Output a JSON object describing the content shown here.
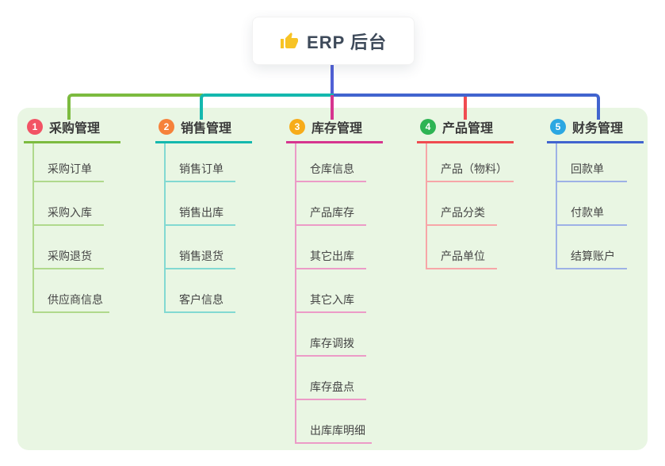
{
  "root": {
    "label": "ERP 后台",
    "icon": "thumbs-up-icon"
  },
  "panel": {
    "background": "#e9f6e3"
  },
  "connector": {
    "root_line_color": "#5060d6"
  },
  "branches": [
    {
      "badge": "1",
      "label": "采购管理",
      "badge_color": "#f25365",
      "color": "#7cbb3f",
      "light_color": "#b0d98c",
      "children": [
        "采购订单",
        "采购入库",
        "采购退货",
        "供应商信息"
      ]
    },
    {
      "badge": "2",
      "label": "销售管理",
      "badge_color": "#f6823b",
      "color": "#14b8ae",
      "light_color": "#82d9d2",
      "children": [
        "销售订单",
        "销售出库",
        "销售退货",
        "客户信息"
      ]
    },
    {
      "badge": "3",
      "label": "库存管理",
      "badge_color": "#f7ac19",
      "color": "#d6358f",
      "light_color": "#ec9bc7",
      "children": [
        "仓库信息",
        "产品库存",
        "其它出库",
        "其它入库",
        "库存调拨",
        "库存盘点",
        "出库库明细"
      ]
    },
    {
      "badge": "4",
      "label": "产品管理",
      "badge_color": "#2eb454",
      "color": "#f04b50",
      "light_color": "#f7a6a8",
      "children": [
        "产品（物料）",
        "产品分类",
        "产品单位"
      ]
    },
    {
      "badge": "5",
      "label": "财务管理",
      "badge_color": "#2ba7e2",
      "color": "#4164cf",
      "light_color": "#9db1e6",
      "children": [
        "回款单",
        "付款单",
        "结算账户"
      ]
    }
  ]
}
